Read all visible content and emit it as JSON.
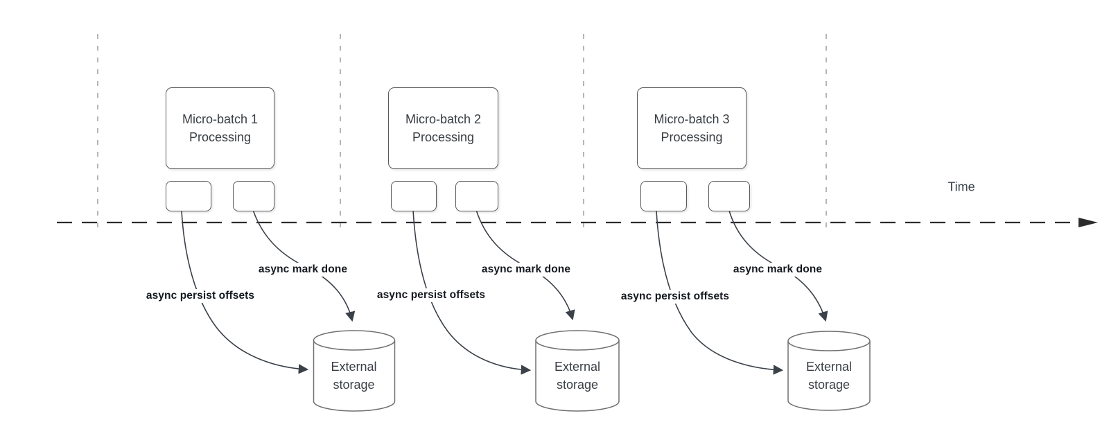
{
  "diagram": {
    "type": "timeline-flow-diagram",
    "timeline": {
      "label": "Time",
      "direction": "left-to-right"
    },
    "colors": {
      "background": "#ffffff",
      "connector": "#3a4149",
      "timeline_line": "#2b2b2b",
      "guide_line": "#b5b5b5",
      "shape_border": "#595959",
      "cylinder_border": "#707070",
      "label_text": "#14181f",
      "body_text": "#383d42"
    },
    "groups": [
      {
        "box_line1": "Micro-batch 1",
        "box_line2": "Processing",
        "persist_label": "async persist offsets",
        "mark_label": "async mark done",
        "storage_line1": "External",
        "storage_line2": "storage"
      },
      {
        "box_line1": "Micro-batch 2",
        "box_line2": "Processing",
        "persist_label": "async persist offsets",
        "mark_label": "async mark done",
        "storage_line1": "External",
        "storage_line2": "storage"
      },
      {
        "box_line1": "Micro-batch 3",
        "box_line2": "Processing",
        "persist_label": "async persist offsets",
        "mark_label": "async mark done",
        "storage_line1": "External",
        "storage_line2": "storage"
      }
    ]
  }
}
